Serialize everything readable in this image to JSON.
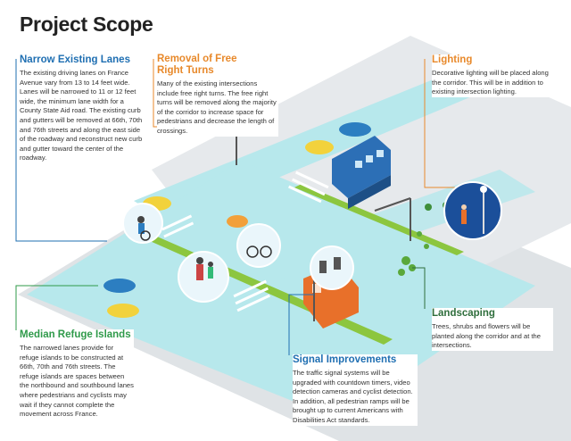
{
  "title": "Project Scope",
  "callouts": {
    "lanes": {
      "heading": "Narrow Existing Lanes",
      "body": "The existing driving lanes on France Avenue vary from 13 to 14 feet wide. Lanes will be narrowed to 11 or 12 feet wide, the minimum lane width for a County State Aid road. The existing curb and gutters will be removed at 66th, 70th and 76th streets and along the east side of the roadway and reconstruct new curb and gutter toward the center of the roadway.",
      "color": "#1f6fb2"
    },
    "free_right": {
      "heading_line1": "Removal of Free",
      "heading_line2": "Right Turns",
      "body": "Many of the existing intersections include free right turns. The free right turns will be removed along the majority of the corridor to increase space for pedestrians and decrease the length of crossings.",
      "color": "#e8892b"
    },
    "lighting": {
      "heading": "Lighting",
      "body": "Decorative lighting will be placed along the corridor. This will be in addition to existing intersection lighting.",
      "color": "#e8892b"
    },
    "median": {
      "heading": "Median Refuge Islands",
      "body": "The narrowed lanes provide for refuge islands to be constructed at 66th, 70th and 76th streets. The refuge islands are spaces between the northbound and southbound lanes where pedestrians and cyclists may wait if they cannot complete the movement across France.",
      "color": "#2f9a4a"
    },
    "landscaping": {
      "heading": "Landscaping",
      "body": "Trees, shrubs and flowers will be planted along the corridor and at the intersections.",
      "color": "#2f6e3c"
    },
    "signal": {
      "heading": "Signal Improvements",
      "body": "The traffic signal systems will be upgraded with countdown timers, video detection cameras and cyclist detection. In addition, all pedestrian ramps will be brought up to current Americans with Disabilities Act standards.",
      "color": "#1f6fb2"
    }
  },
  "colors": {
    "road": "#b7e8ec",
    "sidewalk": "#dfe3e6",
    "median": "#8cc63f",
    "bus": "#2c6fb6",
    "bus_orange": "#e8702a",
    "car_yellow": "#f2d23c",
    "car_blue": "#2c7ec1",
    "car_orange": "#f2a03a"
  }
}
